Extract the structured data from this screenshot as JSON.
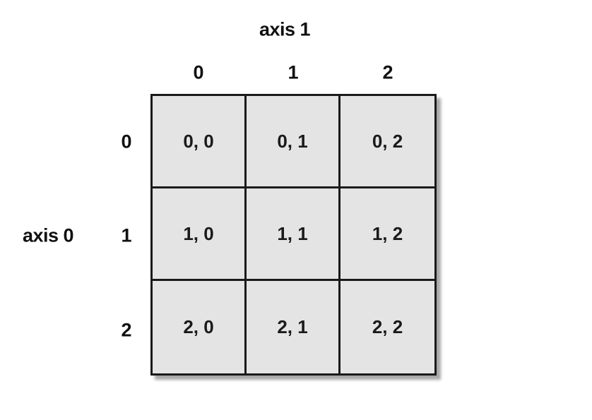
{
  "axis1_title": "axis 1",
  "axis0_title": "axis 0",
  "col_ticks": [
    "0",
    "1",
    "2"
  ],
  "row_ticks": [
    "0",
    "1",
    "2"
  ],
  "cells": [
    [
      "0, 0",
      "0, 1",
      "0, 2"
    ],
    [
      "1, 0",
      "1, 1",
      "1, 2"
    ],
    [
      "2, 0",
      "2, 1",
      "2, 2"
    ]
  ],
  "colors": {
    "cell_fill": "#e4e4e4",
    "grid_line": "#1a1a1a",
    "text": "#111111"
  }
}
